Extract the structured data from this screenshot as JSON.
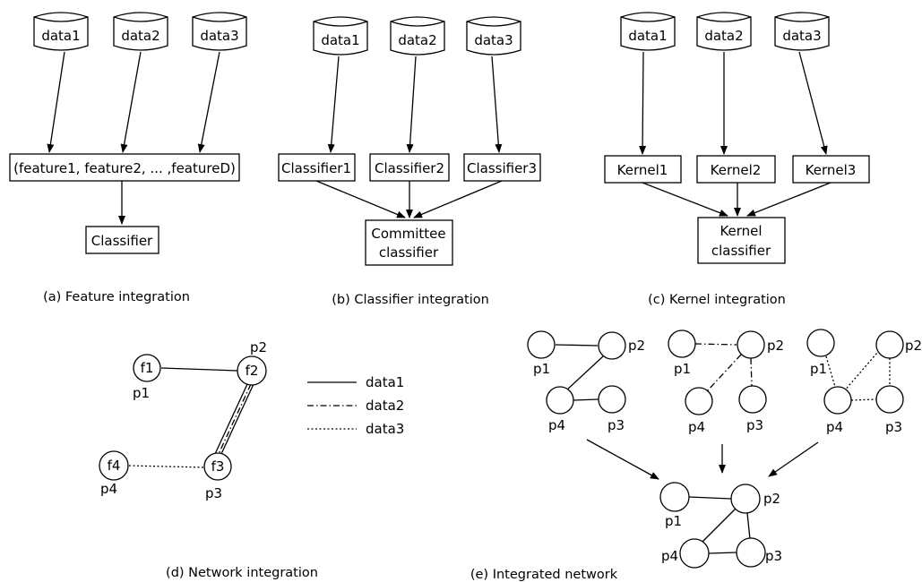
{
  "panel_a": {
    "db": [
      "data1",
      "data2",
      "data3"
    ],
    "features": "(feature1, feature2, ... ,featureD)",
    "classifier": "Classifier",
    "caption": "(a) Feature integration"
  },
  "panel_b": {
    "db": [
      "data1",
      "data2",
      "data3"
    ],
    "classifiers": [
      "Classifier1",
      "Classifier2",
      "Classifier3"
    ],
    "committee": [
      "Committee",
      "classifier"
    ],
    "caption": "(b) Classifier integration"
  },
  "panel_c": {
    "db": [
      "data1",
      "data2",
      "data3"
    ],
    "kernels": [
      "Kernel1",
      "Kernel2",
      "Kernel3"
    ],
    "kernel_classifier": [
      "Kernel",
      "classifier"
    ],
    "caption": "(c) Kernel integration"
  },
  "panel_d": {
    "nodes": [
      "f1",
      "f2",
      "f3",
      "f4"
    ],
    "proteins": [
      "p1",
      "p2",
      "p3",
      "p4"
    ],
    "legend": [
      "data1",
      "data2",
      "data3"
    ],
    "caption": "(d) Network integration"
  },
  "panel_e": {
    "proteins": [
      "p1",
      "p2",
      "p3",
      "p4"
    ],
    "caption": "(e) Integrated network"
  }
}
